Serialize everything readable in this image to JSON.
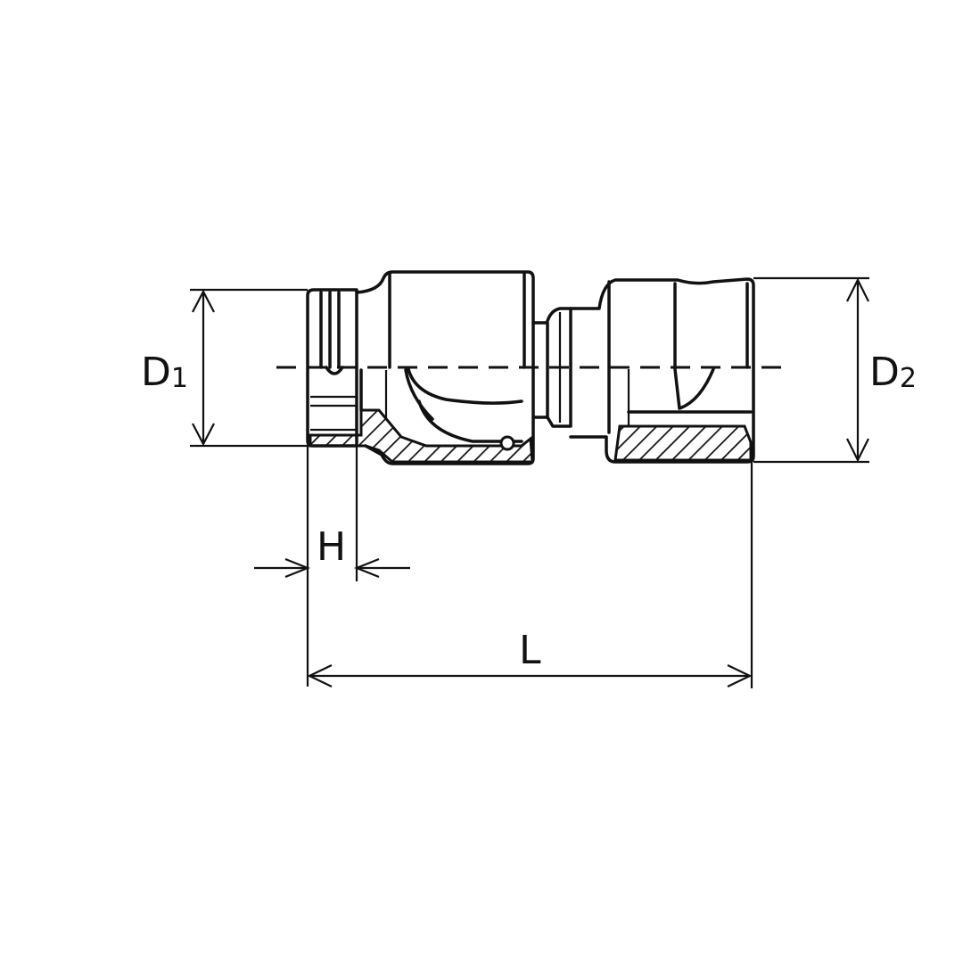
{
  "labels": {
    "d1": "D",
    "d1_sub": "1",
    "d2": "D",
    "d2_sub": "2",
    "h": "H",
    "l": "L"
  },
  "colors": {
    "line": "#111111",
    "background": "#ffffff"
  }
}
